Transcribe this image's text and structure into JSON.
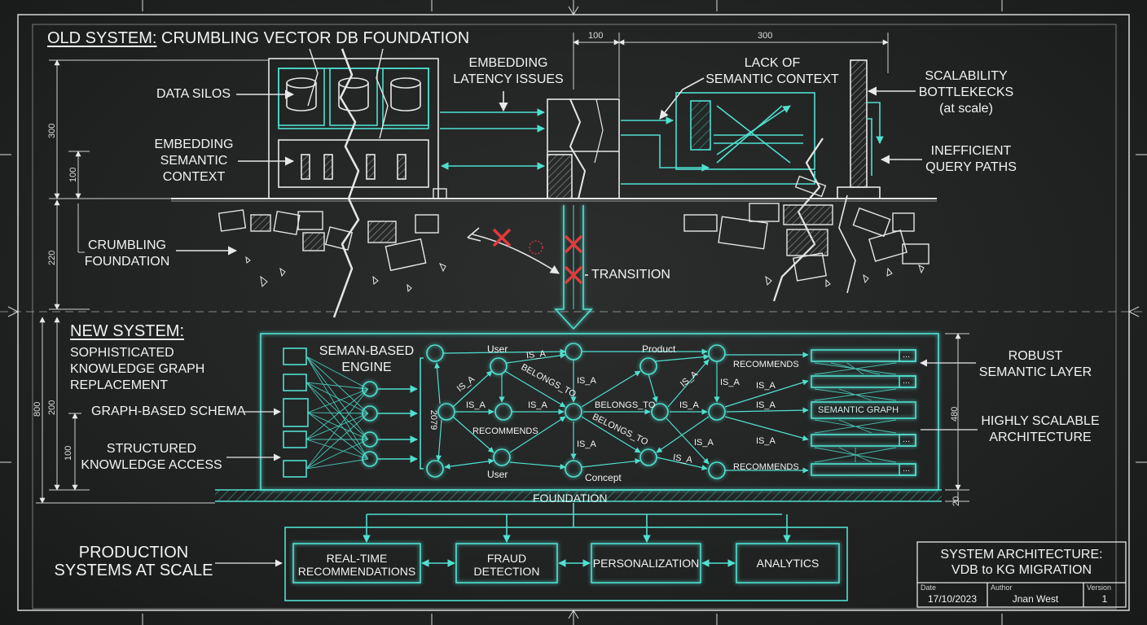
{
  "old": {
    "title": "OLD SYSTEM:",
    "title_rest": "CRUMBLING VECTOR DB FOUNDATION",
    "data_silos": "DATA SILOS",
    "embedding_semantic": "EMBEDDING\nSEMANTIC\nCONTEXT",
    "crumbling": "CRUMBLING\nFOUNDATION",
    "latency": "EMBEDDING\nLATENCY ISSUES",
    "lack": "LACK OF\nSEMANTIC CONTEXT",
    "scalability": "SCALABILITY\nBOTTLEKECKS\n(at scale)",
    "inefficient": "INEFFICIENT\nQUERY PATHS",
    "transition": "TRANSITION"
  },
  "dims": {
    "d100_top": "100",
    "d300_top": "300",
    "d300_left": "300",
    "d100_left": "100",
    "d220_left": "220",
    "d800": "800",
    "d200": "200",
    "d100_new": "100",
    "d480": "480",
    "d20": "20"
  },
  "new": {
    "title": "NEW SYSTEM:",
    "sophisticated": "SOPHISTICATED\nKNOWLEDGE GRAPH\nREPLACEMENT",
    "schema": "GRAPH-BASED SCHEMA",
    "structured": "STRUCTURED\nKNOWLEDGE ACCESS",
    "engine": "SEMAN-BASED\nENGINE",
    "robust": "ROBUST\nSEMANTIC LAYER",
    "scalable": "HIGHLY SCALABLE\nARCHITECTURE",
    "foundation": "FOUNDATION",
    "semantic_graph": "SEMANTIC GRAPH",
    "ellipsis": "...",
    "nodes": {
      "user_top": "User",
      "product": "Product",
      "user_bottom": "User",
      "concept": "Concept"
    },
    "edges": {
      "is_a_1": "IS_A",
      "is_a_2": "IS_A",
      "is_a_3": "IS_A",
      "is_a_4": "IS_A",
      "is_a_5": "IS_A",
      "is_a_6": "IS_A",
      "is_a_7": "IS_A",
      "is_a_8": "IS_A",
      "is_a_9": "IS_A",
      "is_a_10": "IS_A",
      "is_a_11": "IS_A",
      "is_a_12": "IS_A",
      "belongs_1": "BELONGS_TO",
      "belongs_2": "BELONGS_TO",
      "belongs_3": "BELONGS_TO",
      "rec_1": "RECOMMENDS",
      "rec_2": "RECOMMENDS",
      "rec_3": "RECOMMENDS",
      "rot": "2079"
    }
  },
  "production": {
    "label": "PRODUCTION\nSYSTEMS AT SCALE",
    "boxes": [
      "REAL-TIME\nRECOMMENDATIONS",
      "FRAUD\nDETECTION",
      "PERSONALIZATION",
      "ANALYTICS"
    ]
  },
  "titleblock": {
    "title": "SYSTEM ARCHITECTURE:\nVDB to KG MIGRATION",
    "date_label": "Date",
    "date": "17/10/2023",
    "author_label": "Author",
    "author": "Jnan West",
    "version_label": "Version",
    "version": "1"
  },
  "colors": {
    "chalk": "#f2f2f2",
    "cyan": "#4fe0cf",
    "red": "#e23a3a",
    "board": "#222424"
  }
}
